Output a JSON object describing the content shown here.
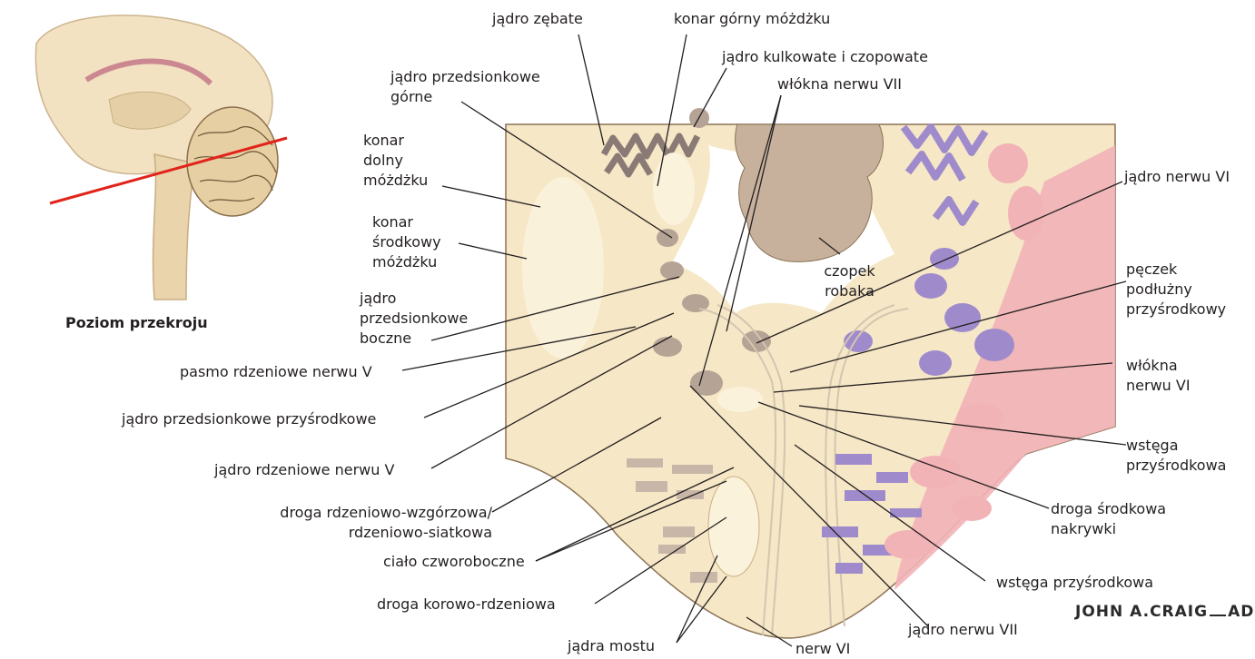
{
  "inset_caption": "Poziom przekroju",
  "signature": "JOHN A.CRAIG",
  "signature_suffix": "AD",
  "colors": {
    "tissue": "#f6e7c6",
    "tissue_light": "#fbf2dc",
    "gray_nucleus": "#b5a395",
    "brown_structure": "#cdb7a4",
    "purple": "#9f8bcc",
    "pink": "#f2b3b7",
    "section_line": "#e2231a"
  },
  "labels": {
    "jadro_zebate": "jądro zębate",
    "konar_gorny": "konar górny móżdżku",
    "jadro_kulkowate": "jądro kulkowate i czopowate",
    "jadro_przed_gorne": [
      "jądro przedsionkowe",
      "górne"
    ],
    "wlokna_vii": "włókna nerwu VII",
    "konar_dolny": [
      "konar",
      "dolny",
      "móżdżku"
    ],
    "konar_srodkowy": [
      "konar",
      "środkowy",
      "móżdżku"
    ],
    "czopek": [
      "czopek",
      "robaka"
    ],
    "jadro_vi_top": "jądro nerwu VI",
    "peczek": [
      "pęczek",
      "podłużny",
      "przyśrodkowy"
    ],
    "jadro_przed_boczne": [
      "jądro",
      "przedsionkowe",
      "boczne"
    ],
    "pasmo_v": "pasmo rdzeniowe nerwu V",
    "wlokna_vi": [
      "włókna",
      "nerwu VI"
    ],
    "jadro_przed_przys": "jądro przedsionkowe przyśrodkowe",
    "wstega_right": [
      "wstęga",
      "przyśrodkowa"
    ],
    "jadro_rdz_v": "jądro rdzeniowe nerwu V",
    "droga_rdz_wzg": [
      "droga rdzeniowo-wzgórzowa/",
      "rdzeniowo-siatkowa"
    ],
    "droga_srodkowa": [
      "droga środkowa",
      "nakrywki"
    ],
    "cialo": "ciało czworoboczne",
    "wstega_bottom": "wstęga przyśrodkowa",
    "droga_korowo": "droga korowo-rdzeniowa",
    "jadra_mostu": "jądra mostu",
    "jadro_vii": "jądro nerwu VII",
    "nerw_vi": "nerw VI"
  }
}
